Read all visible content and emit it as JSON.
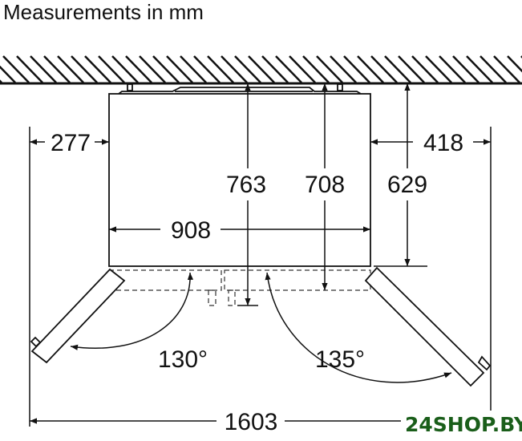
{
  "title": "Measurements in mm",
  "dimensions": {
    "left_clearance": "277",
    "right_clearance": "418",
    "depth_to_handle": "763",
    "depth_to_door": "708",
    "depth_body": "629",
    "width_body": "908",
    "total_width_open": "1603"
  },
  "angles": {
    "left_door": "130°",
    "right_door": "135°"
  },
  "watermark": "24SHOP.BY",
  "colors": {
    "line": "#111111",
    "watermark": "#1a5e1a"
  }
}
